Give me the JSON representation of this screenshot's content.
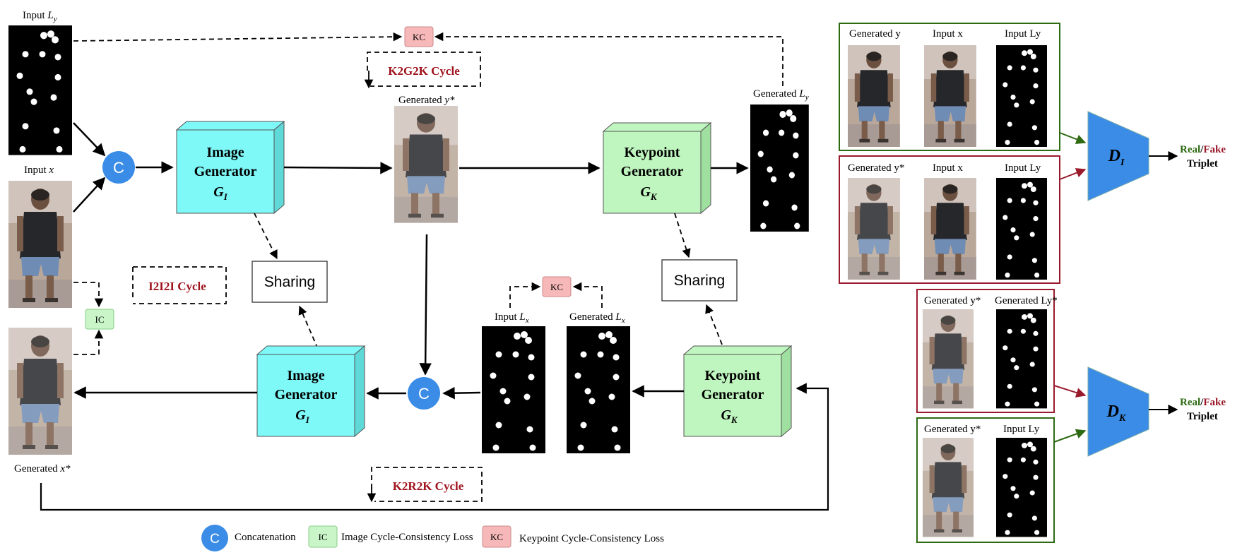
{
  "colors": {
    "cyan_box": "#7ff8f8",
    "green_box": "#bff5bf",
    "blue_circle": "#3a8ce6",
    "kc_fill": "#f6b8b8",
    "ic_fill": "#c9f5c9",
    "cycle_text": "#a0141e",
    "disc_fill": "#3a8ce6",
    "green_frame": "#2e6a12",
    "red_frame": "#9a1a2c"
  },
  "inputs": {
    "input_ly": "Input",
    "input_ly_sym": "L",
    "input_ly_sub": "y",
    "input_x": "Input",
    "input_x_sym": "x",
    "generated_x": "Generated",
    "generated_x_sym": "x*"
  },
  "nodes": {
    "concat_symbol": "C",
    "image_gen_top": {
      "line1": "Image",
      "line2": "Generator",
      "sym": "G",
      "sub": "I"
    },
    "keypoint_gen_top": {
      "line1": "Keypoint",
      "line2": "Generator",
      "sym": "G",
      "sub": "K"
    },
    "image_gen_bottom": {
      "line1": "Image",
      "line2": "Generator",
      "sym": "G",
      "sub": "I"
    },
    "keypoint_gen_bottom": {
      "line1": "Keypoint",
      "line2": "Generator",
      "sym": "G",
      "sub": "K"
    },
    "sharing_left": "Sharing",
    "sharing_right": "Sharing",
    "kc_top": "KC",
    "kc_middle": "KC",
    "ic": "IC"
  },
  "cycles": {
    "k2g2k": "K2G2K Cycle",
    "i2i2i": "I2I2I Cycle",
    "k2r2k": "K2R2K Cycle"
  },
  "mid_labels": {
    "generated_y": "Generated",
    "generated_y_sym": "y*",
    "generated_ly": "Generated",
    "generated_ly_sym": "L",
    "generated_ly_sub": "y",
    "input_lx": "Input",
    "input_lx_sym": "L",
    "input_lx_sub": "x",
    "generated_lx": "Generated",
    "generated_lx_sym": "L",
    "generated_lx_sub": "x"
  },
  "right_panel": {
    "triplet1": [
      "Generated y",
      "Input x",
      "Input Ly"
    ],
    "triplet2": [
      "Generated y*",
      "Input x",
      "Input Ly"
    ],
    "triplet3": [
      "Generated y*",
      "Generated Ly*"
    ],
    "triplet4": [
      "Generated y*",
      "Input Ly"
    ],
    "disc_i": {
      "sym": "D",
      "sub": "I"
    },
    "disc_k": {
      "sym": "D",
      "sub": "K"
    },
    "real": "Real",
    "slash": "/",
    "fake": "Fake",
    "triplet_word": "Triplet"
  },
  "legend": {
    "c_symbol": "C",
    "c_text": "Concatenation",
    "ic_symbol": "IC",
    "ic_text": "Image Cycle-Consistency Loss",
    "kc_symbol": "KC",
    "kc_text": "Keypoint  Cycle-Consistency Loss"
  }
}
